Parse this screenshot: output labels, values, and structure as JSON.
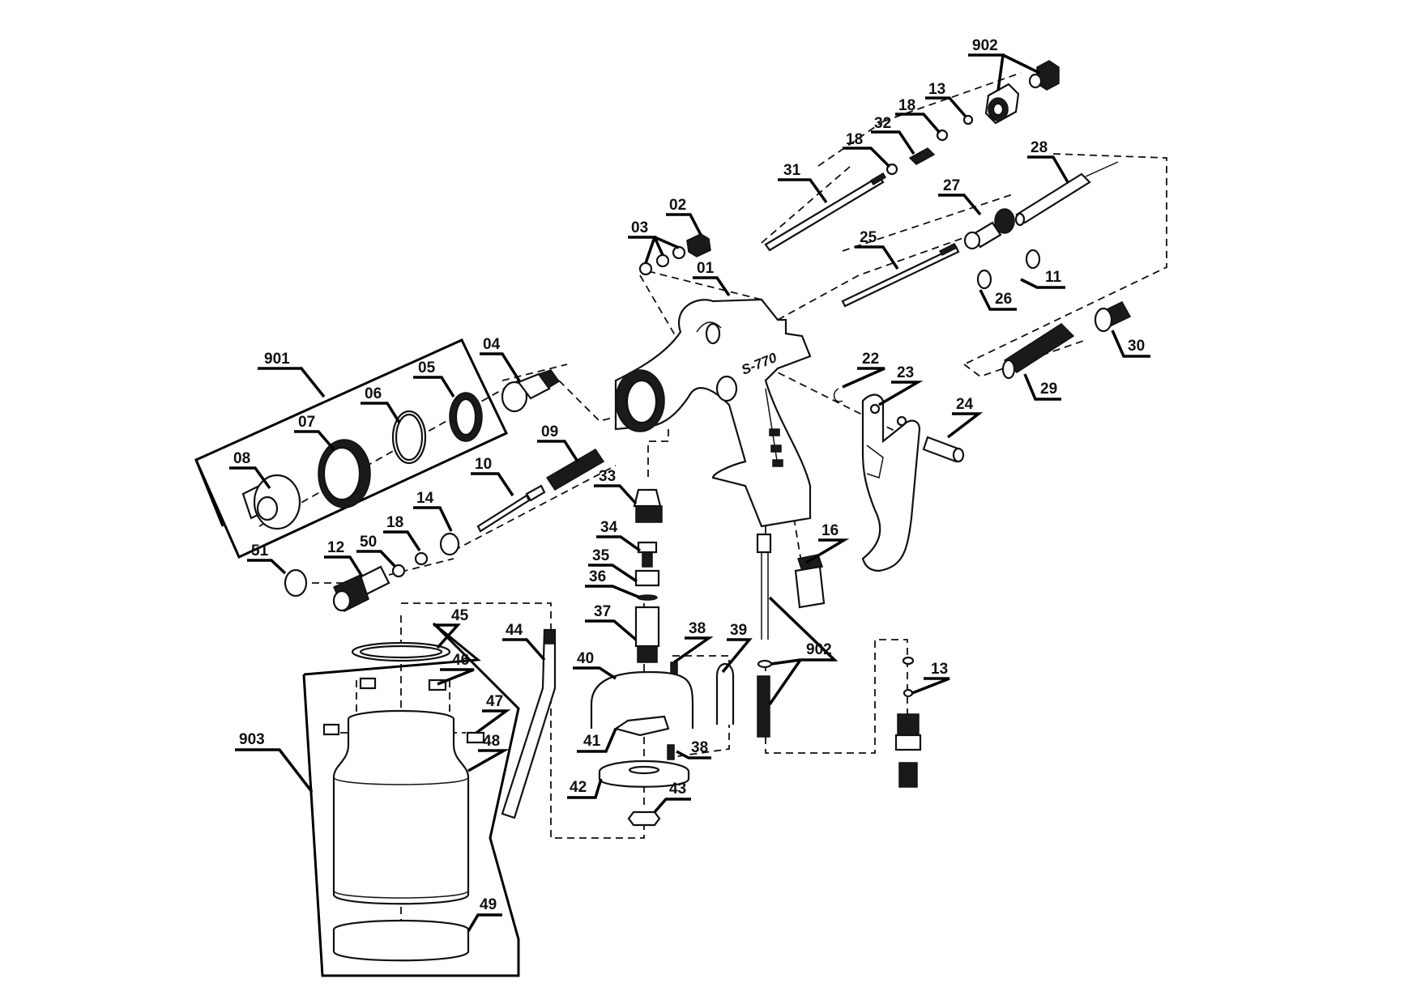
{
  "title": "Spray gun exploded parts diagram",
  "model_marking": "S-770",
  "colors": {
    "line": "#111111",
    "background": "#ffffff"
  },
  "callouts": {
    "p902_top": "902",
    "p13_top": "13",
    "p18_top_right": "18",
    "p32": "32",
    "p18_top_left": "18",
    "p31": "31",
    "p28": "28",
    "p27": "27",
    "p25": "25",
    "p11": "11",
    "p26": "26",
    "p02": "02",
    "p03": "03",
    "p01": "01",
    "p901": "901",
    "p04": "04",
    "p05": "05",
    "p06": "06",
    "p07": "07",
    "p08": "08",
    "p09": "09",
    "p10": "10",
    "p14": "14",
    "p18_mid": "18",
    "p50": "50",
    "p12": "12",
    "p51": "51",
    "p22": "22",
    "p23": "23",
    "p24": "24",
    "p29": "29",
    "p30": "30",
    "p16": "16",
    "p33": "33",
    "p34": "34",
    "p35": "35",
    "p36": "36",
    "p37": "37",
    "p38_top": "38",
    "p39": "39",
    "p40": "40",
    "p41": "41",
    "p38_bottom": "38",
    "p42": "42",
    "p43": "43",
    "p44": "44",
    "p45": "45",
    "p46": "46",
    "p47": "47",
    "p48": "48",
    "p49": "49",
    "p903": "903",
    "p902_bottom": "902",
    "p13_bottom": "13"
  }
}
